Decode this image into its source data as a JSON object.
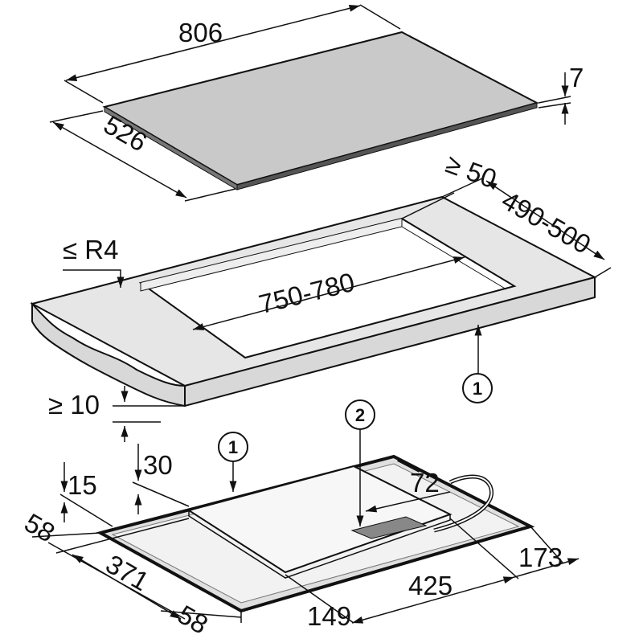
{
  "diagram": {
    "colors": {
      "glass": "#c9c9c9",
      "counter": "#e6e6e6",
      "counter_front": "#d8d8d8",
      "hob_base": "#d0d0d0",
      "outline": "#111111"
    },
    "glass_panel": {
      "width": "806",
      "thickness": "7",
      "depth": "526"
    },
    "countertop": {
      "min_edge": "≥ 50",
      "cutout_depth": "490-500",
      "corner_radius": "≤ R4",
      "cutout_width": "750-780",
      "min_thickness": "≥ 10",
      "callout": "1"
    },
    "hob_base": {
      "callout_1": "1",
      "callout_2": "2",
      "d_30": "30",
      "d_15": "15",
      "d_72": "72",
      "d_58_left": "58",
      "d_371": "371",
      "d_173": "173",
      "d_425": "425",
      "d_149": "149",
      "d_58_bottom": "58"
    }
  }
}
